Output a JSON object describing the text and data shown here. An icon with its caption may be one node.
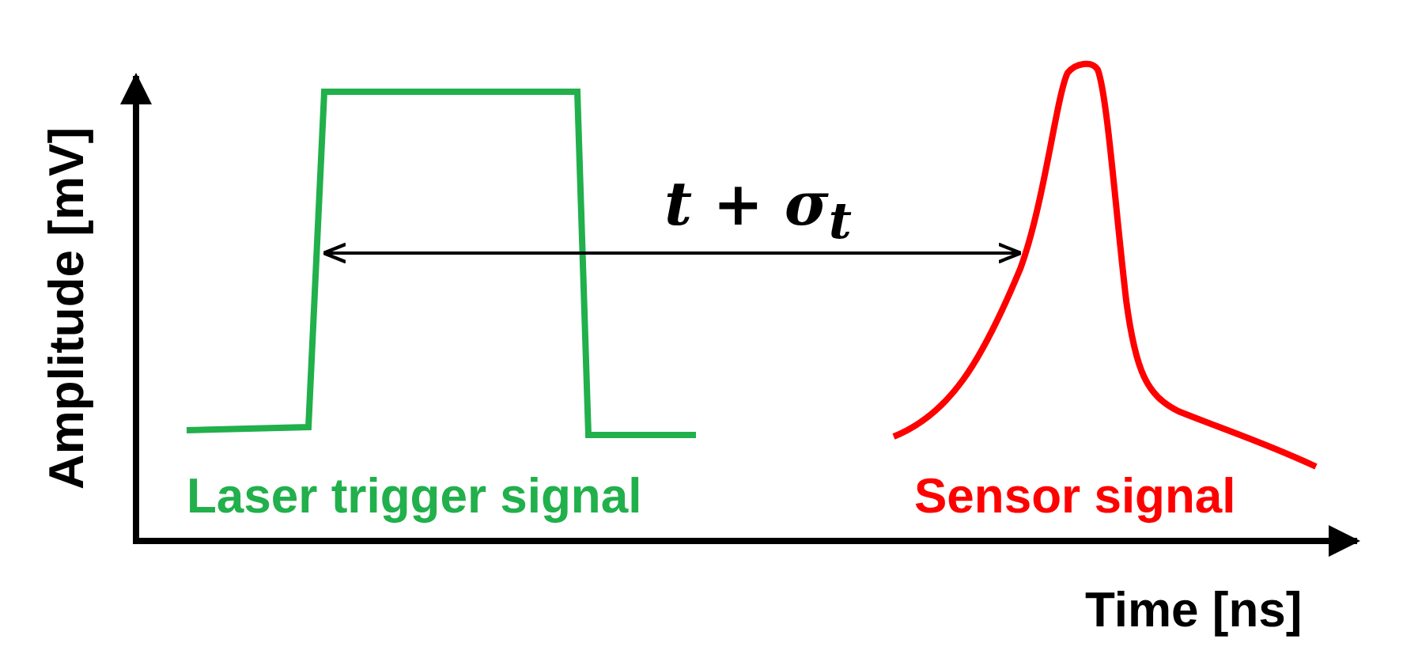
{
  "diagram": {
    "labels": [
      "t + σ$_{t}$",
      "Laser trigger signal",
      "Sensor signal",
      "Amplitude [mV]",
      "Time [ns]"
    ]
  }
}
